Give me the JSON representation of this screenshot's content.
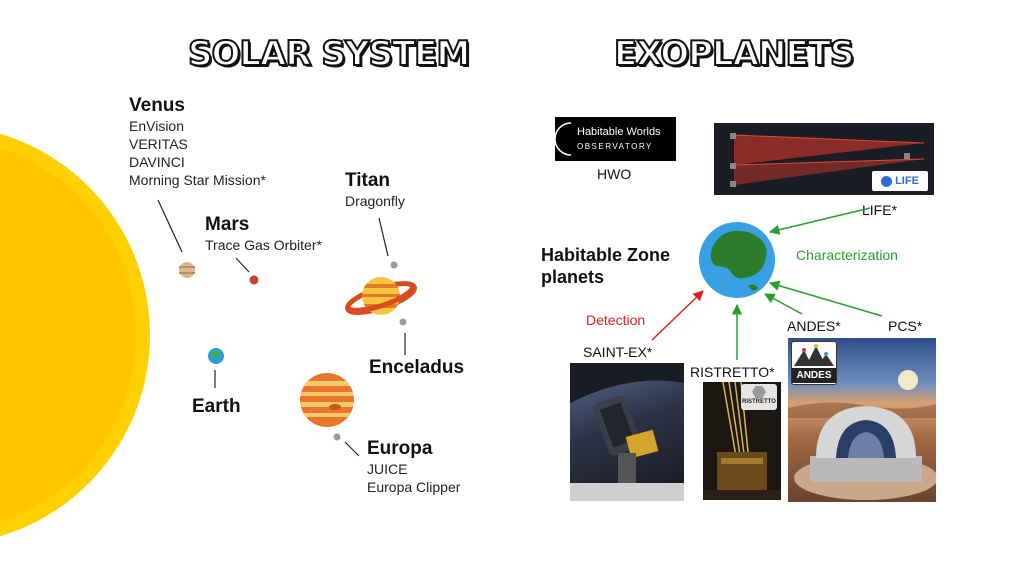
{
  "titles": {
    "left": "SOLAR SYSTEM",
    "right": "EXOPLANETS"
  },
  "solar": {
    "venus": {
      "name": "Venus",
      "missions": [
        "EnVision",
        "VERITAS",
        "DAVINCI",
        "Morning Star Mission*"
      ]
    },
    "mars": {
      "name": "Mars",
      "missions": [
        "Trace Gas Orbiter*"
      ]
    },
    "titan": {
      "name": "Titan",
      "missions": [
        "Dragonfly"
      ]
    },
    "enceladus": {
      "name": "Enceladus"
    },
    "earth": {
      "name": "Earth"
    },
    "europa": {
      "name": "Europa",
      "missions": [
        "JUICE",
        "Europa Clipper"
      ]
    }
  },
  "exo": {
    "hwo_logo": {
      "line1": "Habitable Worlds",
      "line2": "OBSERVATORY"
    },
    "hwo_label": "HWO",
    "life_badge": "LIFE",
    "life_label": "LIFE*",
    "target": {
      "line1": "Habitable Zone",
      "line2": "planets"
    },
    "characterization": "Characterization",
    "detection": "Detection",
    "andes_label": "ANDES*",
    "pcs_label": "PCS*",
    "andes_logo": "ANDES",
    "saintex_label": "SAINT-EX*",
    "ristretto_label": "RISTRETTO*",
    "ristretto_logo": "RISTRETTO"
  },
  "colors": {
    "detection": "#e02020",
    "characterization": "#2aa02a",
    "sun": "#ffd000"
  }
}
